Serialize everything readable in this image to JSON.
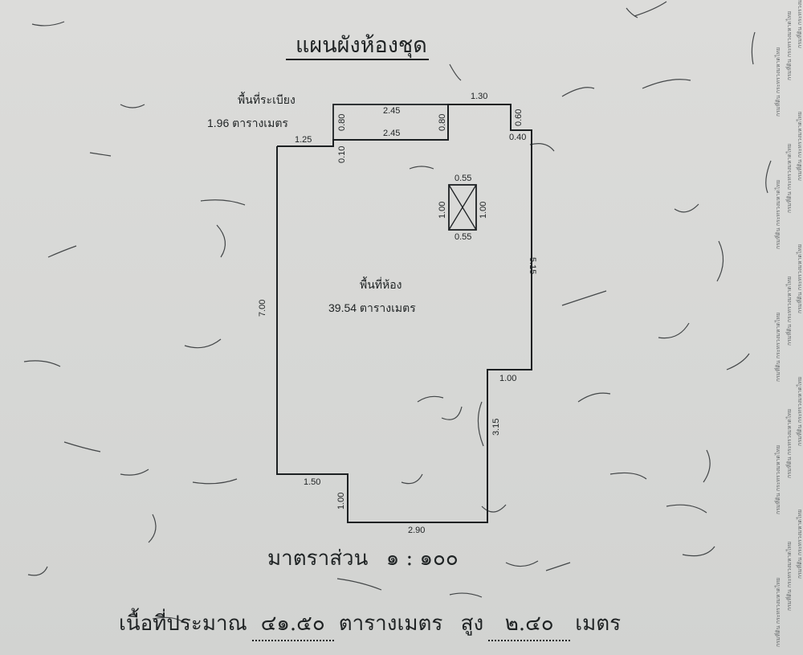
{
  "document": {
    "title": "แผนผังห้องชุด",
    "balcony": {
      "label": "พื้นที่ระเบียง",
      "value": "1.96 ตารางเมตร"
    },
    "room": {
      "label": "พื้นที่ห้อง",
      "value": "39.54 ตารางเมตร"
    },
    "dimensions": {
      "balcony_top": "2.45",
      "balcony_bottom": "2.45",
      "balcony_left": "0.80",
      "balcony_right": "0.80",
      "top_right": "1.30",
      "right_notch_v": "0.60",
      "right_notch_h": "0.40",
      "left_top": "1.25",
      "left_step": "0.10",
      "shaft_top": "0.55",
      "shaft_bottom": "0.55",
      "shaft_left": "1.00",
      "shaft_right": "1.00",
      "right_upper": "5.15",
      "left_side": "7.00",
      "right_step": "1.00",
      "right_lower": "3.15",
      "bottom_left": "1.50",
      "bottom_left_v": "1.00",
      "bottom": "2.90"
    },
    "scale": {
      "label": "มาตราส่วน",
      "value": "๑ : ๑๐๐"
    },
    "area_line": {
      "prefix": "เนื้อที่ประมาณ",
      "area": "๔๑.๕๐",
      "unit": "ตารางเมตร",
      "height_label": "สูง",
      "height": "๒.๔๐",
      "height_unit": "เมตร"
    },
    "watermark_text": "กรมที่ดิน กระทรวงมหาดไทย"
  }
}
